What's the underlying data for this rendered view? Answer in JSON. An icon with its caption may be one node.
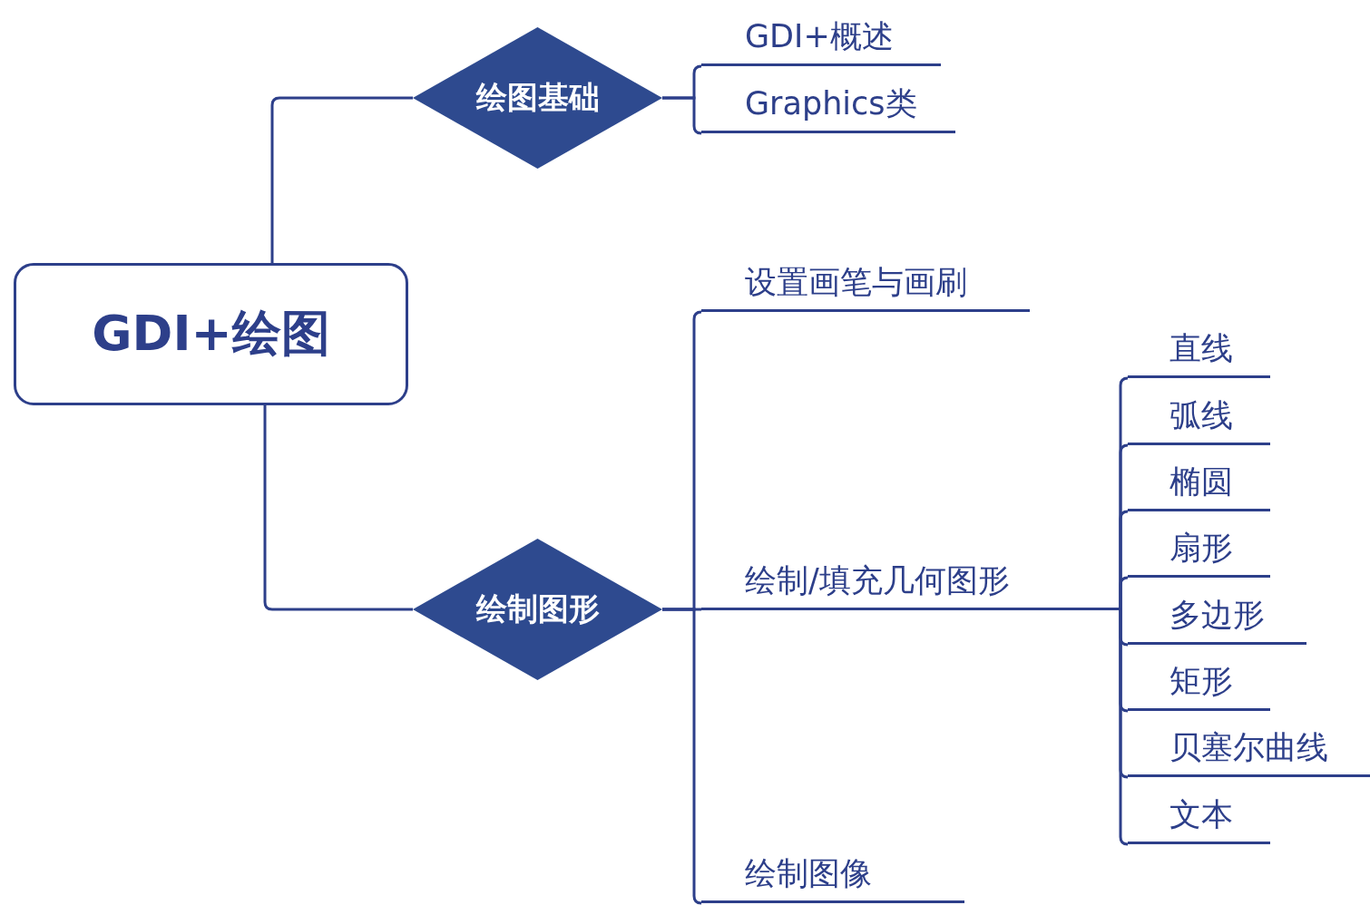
{
  "diagram": {
    "nodes": [
      {
        "text": [
          "GDI+绘图"
        ]
      },
      {
        "text": [
          "绘图基础"
        ]
      },
      {
        "text": [
          "绘制图形"
        ]
      },
      {
        "text": [
          "GDI+概述"
        ]
      },
      {
        "text": [
          "Graphics类"
        ]
      },
      {
        "text": [
          "设置画笔与画刷"
        ]
      },
      {
        "text": [
          "绘制/填充几何图形"
        ]
      },
      {
        "text": [
          "绘制图像"
        ]
      },
      {
        "text": [
          "直线"
        ]
      },
      {
        "text": [
          "弧线"
        ]
      },
      {
        "text": [
          "椭圆"
        ]
      },
      {
        "text": [
          "扇形"
        ]
      },
      {
        "text": [
          "多边形"
        ]
      },
      {
        "text": [
          "矩形"
        ]
      },
      {
        "text": [
          "贝塞尔曲线"
        ]
      },
      {
        "text": [
          "文本"
        ]
      }
    ],
    "edges": [
      {
        "from": 0,
        "to": 1,
        "arrow": "none"
      },
      {
        "from": 0,
        "to": 2,
        "arrow": "none"
      },
      {
        "from": 1,
        "to": 3,
        "arrow": "none"
      },
      {
        "from": 1,
        "to": 4,
        "arrow": "none"
      },
      {
        "from": 2,
        "to": 5,
        "arrow": "none"
      },
      {
        "from": 2,
        "to": 6,
        "arrow": "none"
      },
      {
        "from": 2,
        "to": 7,
        "arrow": "none"
      },
      {
        "from": 6,
        "to": 8,
        "arrow": "none"
      },
      {
        "from": 6,
        "to": 9,
        "arrow": "none"
      },
      {
        "from": 6,
        "to": 10,
        "arrow": "none"
      },
      {
        "from": 6,
        "to": 11,
        "arrow": "none"
      },
      {
        "from": 6,
        "to": 12,
        "arrow": "none"
      },
      {
        "from": 6,
        "to": 13,
        "arrow": "none"
      },
      {
        "from": 6,
        "to": 14,
        "arrow": "none"
      },
      {
        "from": 6,
        "to": 15,
        "arrow": "none"
      }
    ]
  }
}
